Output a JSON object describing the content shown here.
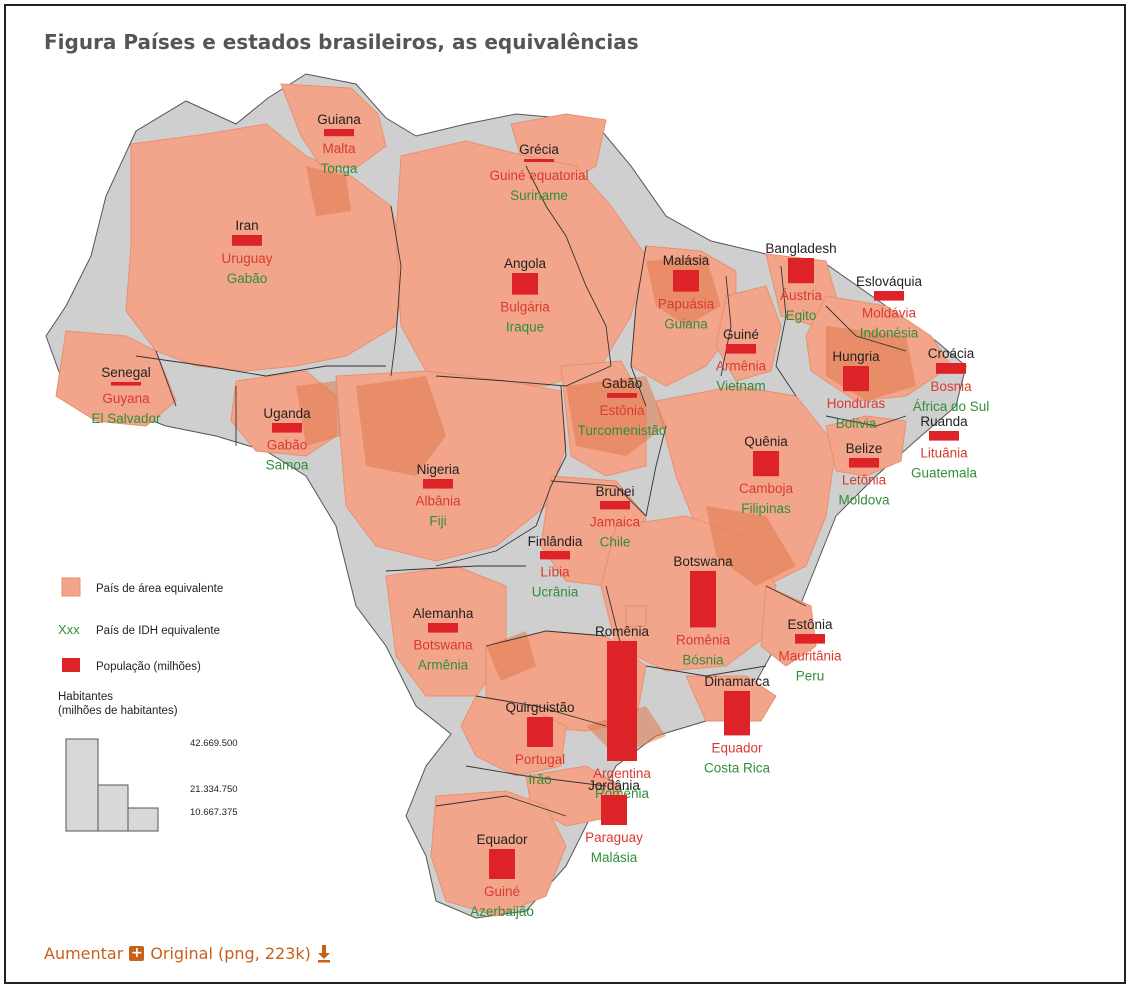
{
  "title": "Figura Países e estados brasileiros, as equivalências",
  "colors": {
    "area": "#f2a58a",
    "area_dark": "#e27a4f",
    "background_land": "#cfcfcf",
    "population": "#dd2328",
    "idh": "#2f8f3a",
    "country": "#222222",
    "area_country": "#d93a2e",
    "footer": "#c9601a"
  },
  "states": [
    {
      "area": "Guiana",
      "pop": "Malta",
      "idh": "Tonga",
      "bar": 0.06
    },
    {
      "area": "Grécia",
      "pop": "Guiné equatorial",
      "idh": "Suriname",
      "bar": 0.02
    },
    {
      "area": "Iran",
      "pop": "Uruguay",
      "idh": "Gabão",
      "bar": 0.09
    },
    {
      "area": "Angola",
      "pop": "Bulgária",
      "idh": "Iraque",
      "bar": 0.18
    },
    {
      "area": "Malásia",
      "pop": "Papuásia",
      "idh": "Guiana",
      "bar": 0.18
    },
    {
      "area": "Bangladesh",
      "pop": "Áustria",
      "idh": "Egito",
      "bar": 0.21
    },
    {
      "area": "Eslováquia",
      "pop": "Moldávia",
      "idh": "Indonésia",
      "bar": 0.08
    },
    {
      "area": "Guiné",
      "pop": "Armênia",
      "idh": "Vietnam",
      "bar": 0.08
    },
    {
      "area": "Hungria",
      "pop": "Honduras",
      "idh": "Bolívia",
      "bar": 0.21
    },
    {
      "area": "Croácia",
      "pop": "Bosnia",
      "idh": "África do Sul",
      "bar": 0.09
    },
    {
      "area": "Senegal",
      "pop": "Guyana",
      "idh": "El Salvador",
      "bar": 0.03
    },
    {
      "area": "Gabão",
      "pop": "Estônia",
      "idh": "Turcomenistão",
      "bar": 0.04
    },
    {
      "area": "Uganda",
      "pop": "Gabão",
      "idh": "Samoa",
      "bar": 0.08
    },
    {
      "area": "Ruanda",
      "pop": "Lituânia",
      "idh": "Guatemala",
      "bar": 0.08
    },
    {
      "area": "Belize",
      "pop": "Letônia",
      "idh": "Moldova",
      "bar": 0.08
    },
    {
      "area": "Quênia",
      "pop": "Camboja",
      "idh": "Filipinas",
      "bar": 0.21
    },
    {
      "area": "Nigeria",
      "pop": "Albânia",
      "idh": "Fiji",
      "bar": 0.08
    },
    {
      "area": "Brunei",
      "pop": "Jamaica",
      "idh": "Chile",
      "bar": 0.07
    },
    {
      "area": "Finlândia",
      "pop": "Líbia",
      "idh": "Ucrânia",
      "bar": 0.07
    },
    {
      "area": "Botswana",
      "pop": "Romênia",
      "idh": "Bósnia",
      "bar": 0.47
    },
    {
      "area": "Alemanha",
      "pop": "Botswana",
      "idh": "Armênia",
      "bar": 0.08
    },
    {
      "area": "Estônia",
      "pop": "Mauritânia",
      "idh": "Peru",
      "bar": 0.08
    },
    {
      "area": "Romênia",
      "pop": "Argentina",
      "idh": "Romênia",
      "bar": 1.0
    },
    {
      "area": "Dinamarca",
      "pop": "Equador",
      "idh": "Costa Rica",
      "bar": 0.37
    },
    {
      "area": "Quirguistão",
      "pop": "Portugal",
      "idh": "Irão",
      "bar": 0.25
    },
    {
      "area": "Jordânia",
      "pop": "Paraguay",
      "idh": "Malásia",
      "bar": 0.25
    },
    {
      "area": "Equador",
      "pop": "Guiné",
      "idh": "Azerbaijão",
      "bar": 0.25
    }
  ],
  "legend": {
    "area_label": "País de área equivalente",
    "idh_sample": "Xxx",
    "idh_label": "País de IDH equivalente",
    "pop_label": "População (milhões)",
    "hab_title_1": "Habitantes",
    "hab_title_2": "(milhões de habitantes)",
    "ticks": [
      "42.669.500",
      "21.334.750",
      "10.667.375"
    ]
  },
  "footer": {
    "zoom_label": "Aumentar",
    "original_label": "Original (png, 223k)"
  }
}
